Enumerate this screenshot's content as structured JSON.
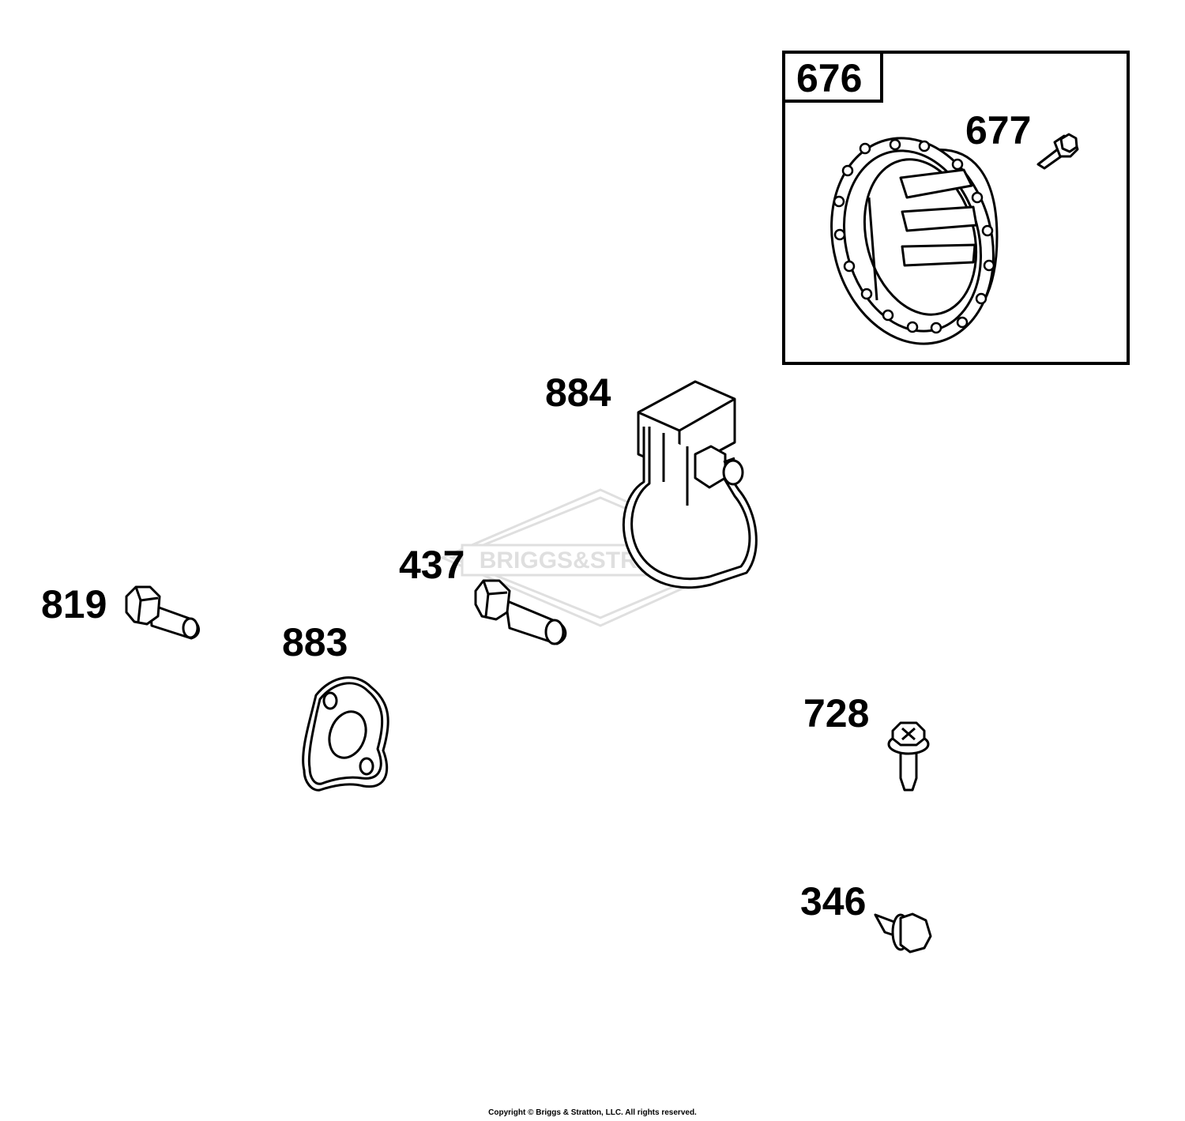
{
  "watermark": {
    "text": "BRIGGS&STRATTON"
  },
  "kit": {
    "label": "676"
  },
  "parts": {
    "p677": "677",
    "p884": "884",
    "p437": "437",
    "p819": "819",
    "p883": "883",
    "p728": "728",
    "p346": "346"
  },
  "footer": {
    "copyright": "Copyright © Briggs & Stratton, LLC. All rights reserved."
  }
}
